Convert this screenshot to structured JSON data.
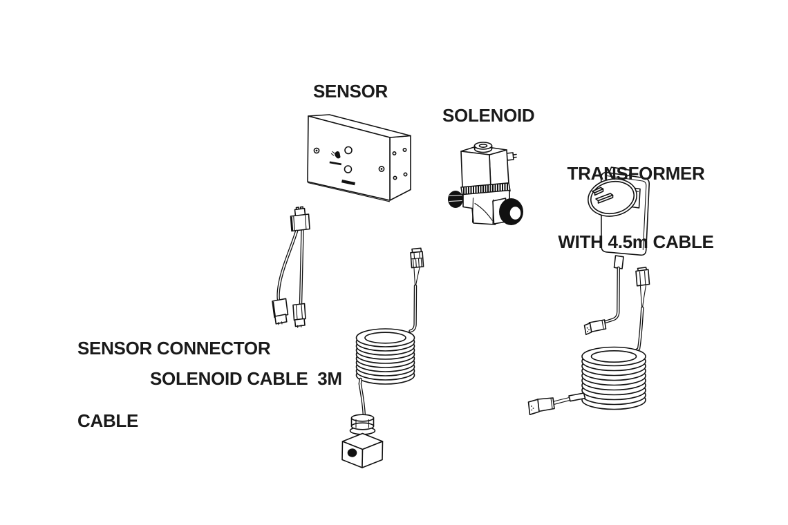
{
  "diagram": {
    "background": "#ffffff",
    "line_color": "#111111",
    "text_color": "#1a1a1a"
  },
  "parts": {
    "sensor": {
      "label": "SENSOR"
    },
    "solenoid": {
      "label": "SOLENOID"
    },
    "transformer": {
      "label_line1": "TRANSFORMER",
      "label_line2": "WITH 4.5m CABLE"
    },
    "sensor_connector_cable": {
      "label_line1": "SENSOR CONNECTOR",
      "label_line2": "CABLE"
    },
    "solenoid_cable": {
      "label": "SOLENOID CABLE  3M"
    }
  },
  "icons": {
    "sensor_panel_icon": "hand-wave-icon"
  }
}
